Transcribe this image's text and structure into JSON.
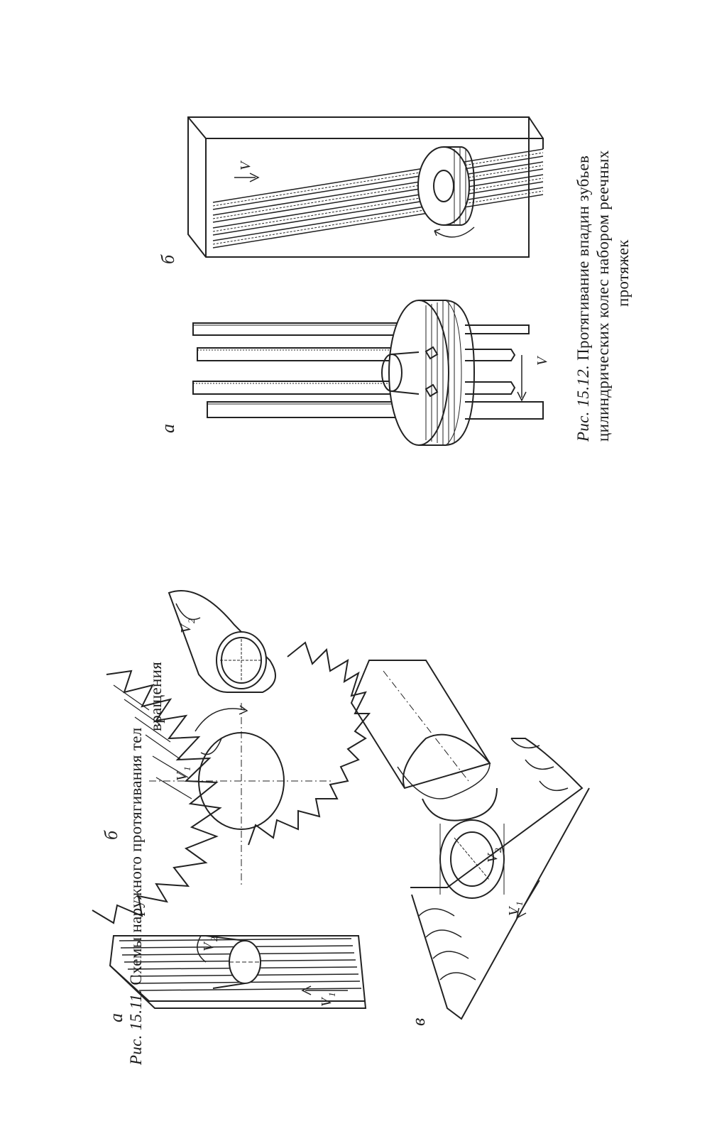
{
  "figure_15_11": {
    "caption_prefix": "Рис. 15.11.",
    "caption_line1": "Схемы наружного протягивания тел",
    "caption_line2": "вращения",
    "panel_labels": {
      "a": "а",
      "b": "б",
      "v": "в"
    },
    "motion_labels": {
      "a_v1": "V",
      "a_v1_sub": "1",
      "a_v2": "V",
      "a_v2_sub": "2",
      "b_v1": "V",
      "b_v1_sub": "1",
      "b_v2": "V",
      "b_v2_sub": "2",
      "v_v1": "V",
      "v_v1_sub": "1",
      "v_v2": "V",
      "v_v2_sub": "2"
    }
  },
  "figure_15_12": {
    "caption_prefix": "Рис. 15.12.",
    "caption_line1": "Протягивание впадин зубьев",
    "caption_line2": "цилиндрических колес набором реечных",
    "caption_line3": "протяжек",
    "panel_labels": {
      "a": "а",
      "b": "б"
    },
    "motion_labels": {
      "a_v": "V",
      "b_v": "V"
    }
  }
}
